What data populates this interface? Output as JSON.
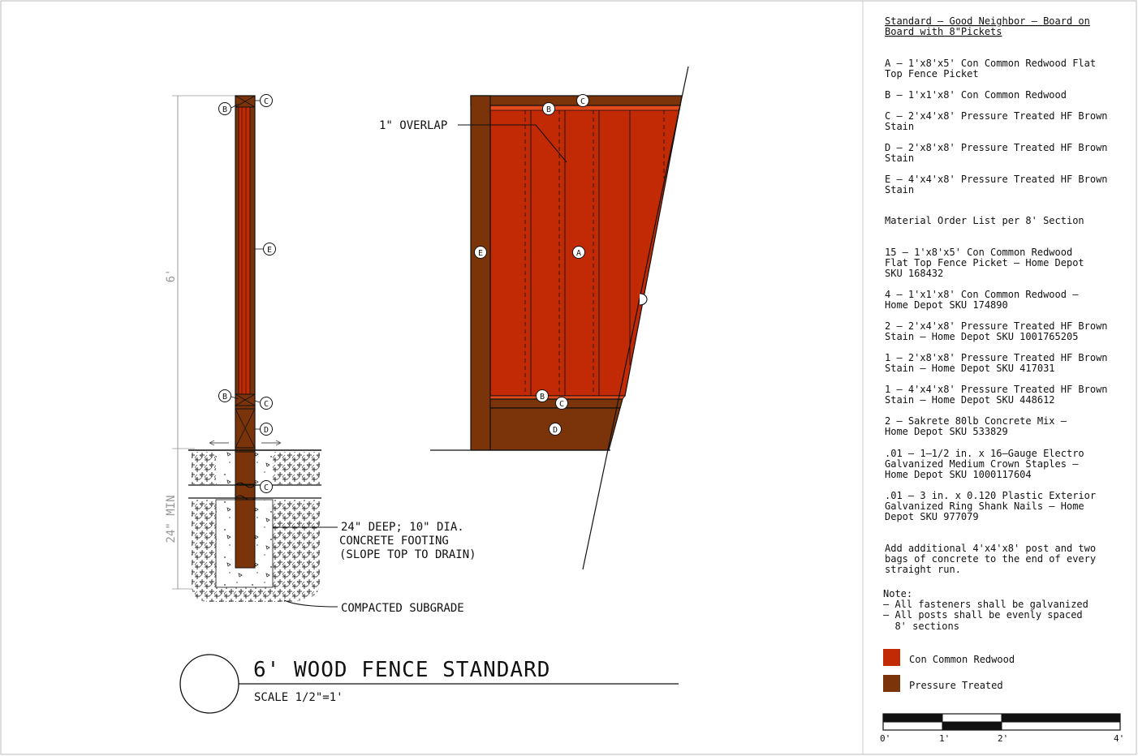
{
  "colors": {
    "redwood": "#C12A05",
    "pressure_treated": "#7B3409",
    "ink": "#111111",
    "dimension": "#999999",
    "overlap_edge": "#E24A1C"
  },
  "dimensions": {
    "height": "6'",
    "depth": "24\" MIN"
  },
  "annotations": {
    "overlap": "1\" OVERLAP",
    "footing": [
      "24\" DEEP; 10\" DIA.",
      "CONCRETE FOOTING",
      "(SLOPE TOP TO DRAIN)"
    ],
    "subgrade": "COMPACTED SUBGRADE"
  },
  "callouts": {
    "A": "A",
    "B": "B",
    "C": "C",
    "D": "D",
    "E": "E"
  },
  "title_block": {
    "title": "6' WOOD FENCE STANDARD",
    "scale": "SCALE 1/2\"=1'"
  },
  "spec_panel": {
    "header": [
      "Standard – Good Neighbor – Board on",
      "Board with 8\"Pickets"
    ],
    "parts": [
      [
        "A – 1'x8'x5' Con Common Redwood Flat",
        "Top Fence Picket"
      ],
      [
        "B – 1'x1'x8' Con Common Redwood"
      ],
      [
        "C – 2'x4'x8' Pressure Treated HF Brown",
        "Stain"
      ],
      [
        "D – 2'x8'x8' Pressure Treated HF Brown",
        "Stain"
      ],
      [
        "E – 4'x4'x8' Pressure Treated HF Brown",
        "Stain"
      ]
    ],
    "order_heading": "Material Order List per 8' Section",
    "order_items": [
      [
        "15 – 1'x8'x5' Con Common Redwood",
        "Flat Top Fence Picket – Home Depot",
        "SKU 168432"
      ],
      [
        "4 – 1'x1'x8' Con Common Redwood –",
        "Home Depot SKU 174890"
      ],
      [
        "2 – 2'x4'x8' Pressure Treated HF Brown",
        "Stain – Home Depot SKU 1001765205"
      ],
      [
        "1 – 2'x8'x8' Pressure Treated HF Brown",
        "Stain – Home Depot SKU 417031"
      ],
      [
        "1 – 4'x4'x8' Pressure Treated HF Brown",
        "Stain – Home Depot SKU 448612"
      ],
      [
        "2 – Sakrete 80lb Concrete Mix –",
        "Home Depot SKU 533829"
      ],
      [
        ".01 – 1–1/2 in. x 16–Gauge Electro",
        "Galvanized Medium Crown Staples –",
        "Home Depot SKU 1000117604"
      ],
      [
        ".01 – 3 in. x 0.120 Plastic Exterior",
        "Galvanized Ring Shank Nails – Home",
        "Depot SKU 977079"
      ]
    ],
    "additional": [
      "Add additional 4'x4'x8' post and two",
      "bags of concrete to the end of every",
      "straight run."
    ],
    "notes": [
      "Note:",
      "– All fasteners shall be galvanized",
      "– All posts shall be evenly spaced",
      "  8' sections"
    ],
    "legend": [
      {
        "label": "Con Common Redwood",
        "color": "#C12A05"
      },
      {
        "label": "Pressure Treated",
        "color": "#7B3409"
      }
    ],
    "scale_bar_labels": [
      "0'",
      "1'",
      "2'",
      "4'"
    ]
  }
}
